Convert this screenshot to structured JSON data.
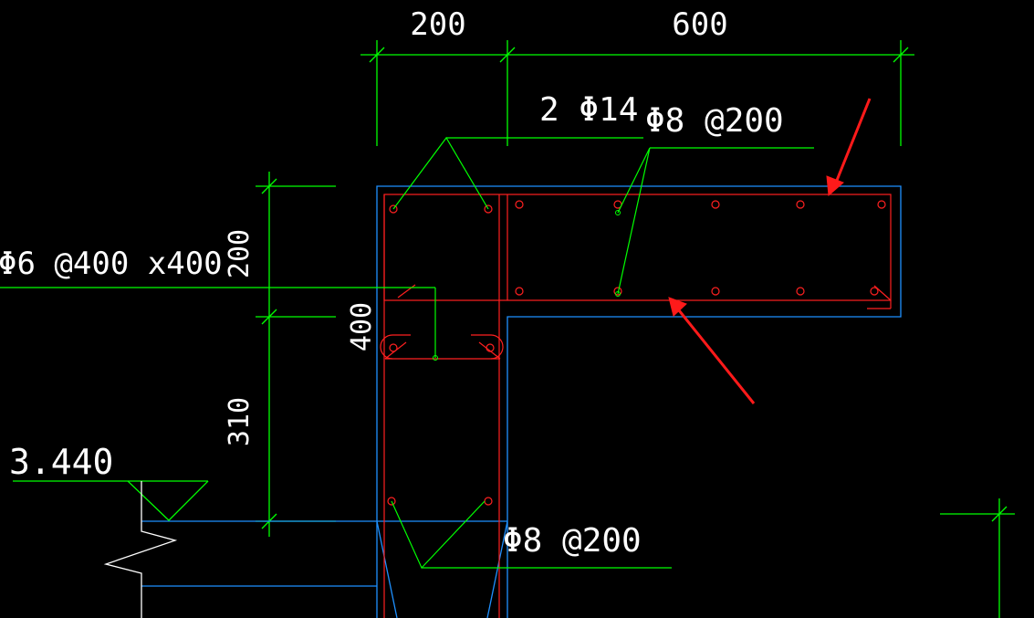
{
  "colors": {
    "background": "#000000",
    "dimension": "#00ff00",
    "leader": "#00ff00",
    "concrete_outline": "#1e90ff",
    "rebar": "#ff2020",
    "text": "#ffffff",
    "annotation_arrow": "#ff1a1a"
  },
  "dimensions": {
    "top_left": "200",
    "top_right": "600",
    "left_upper": "200",
    "left_middle": "400",
    "left_lower": "310"
  },
  "labels": {
    "top_bars": "2 Φ14",
    "slab_rebar": "Φ8 @200",
    "tie_spacing": "Φ6 @400 x400",
    "elevation": "3.440",
    "column_stirrup": "Φ8 @200"
  },
  "icons": {
    "annotation_arrows": "red-arrow",
    "elevation_marker": "triangle-elevation-icon",
    "break_line": "zigzag-break-icon"
  }
}
